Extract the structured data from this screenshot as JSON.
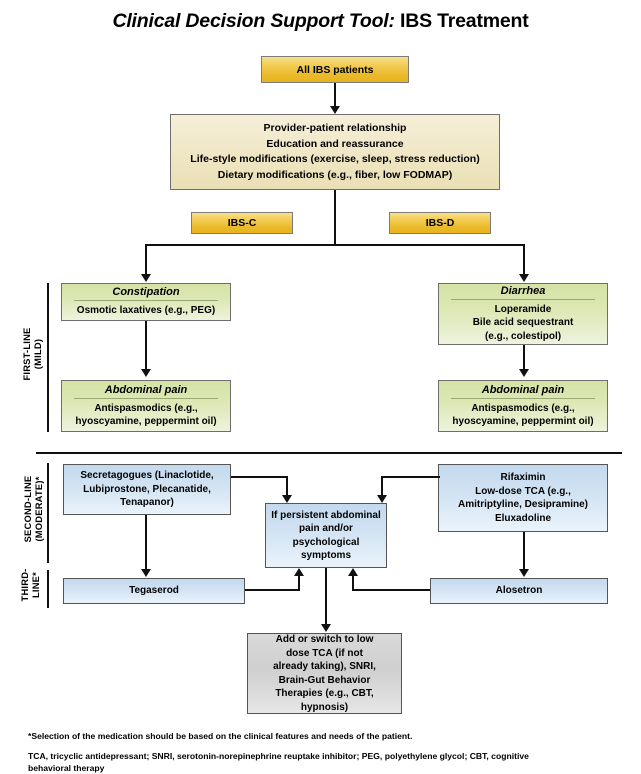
{
  "title": {
    "emphasis": "Clinical Decision Support Tool:",
    "rest": " IBS Treatment"
  },
  "nodes": {
    "all_patients": "All IBS patients",
    "general": {
      "line1": "Provider-patient relationship",
      "line2": "Education and reassurance",
      "line3": "Life-style modifications (exercise, sleep, stress reduction)",
      "line4": "Dietary modifications (e.g., fiber, low FODMAP)"
    },
    "ibs_c": "IBS-C",
    "ibs_d": "IBS-D",
    "constipation": {
      "header": "Constipation",
      "body1": "Osmotic laxatives (e.g., PEG)"
    },
    "diarrhea": {
      "header": "Diarrhea",
      "body1": "Loperamide",
      "body2": "Bile acid sequestrant",
      "body3": "(e.g., colestipol)"
    },
    "abdominal_pain_left": {
      "header": "Abdominal pain",
      "body1": "Antispasmodics (e.g.,",
      "body2": "hyoscyamine, peppermint oil)"
    },
    "abdominal_pain_right": {
      "header": "Abdominal pain",
      "body1": "Antispasmodics (e.g.,",
      "body2": "hyoscyamine, peppermint oil)"
    },
    "secretagogues": {
      "line1": "Secretagogues (Linaclotide,",
      "line2": "Lubiprostone, Plecanatide,",
      "line3": "Tenapanor)"
    },
    "rifaximin": {
      "line1": "Rifaximin",
      "line2": "Low-dose TCA (e.g.,",
      "line3": "Amitriptyline, Desipramine)",
      "line4": "Eluxadoline"
    },
    "persistent": {
      "line1": "If persistent abdominal",
      "line2": "pain and/or",
      "line3": "psychological",
      "line4": "symptoms"
    },
    "tegaserod": "Tegaserod",
    "alosetron": "Alosetron",
    "escalation": {
      "line1": "Add or switch to low",
      "line2": "dose TCA (if not",
      "line3": "already taking), SNRI,",
      "line4": "Brain-Gut Behavior",
      "line5": "Therapies (e.g., CBT,",
      "line6": "hypnosis)"
    }
  },
  "side_labels": {
    "first_line_1": "FIRST-LINE",
    "first_line_2": "(MILD)",
    "second_line_1": "SECOND-LINE",
    "second_line_2": "(MODERATE)*",
    "third_line_1": "THIRD-",
    "third_line_2": "LINE*"
  },
  "footnotes": {
    "note1": "*Selection of the medication should be based on the clinical features and needs of the patient.",
    "note2": "TCA, tricyclic antidepressant; SNRI, serotonin-norepinephrine reuptake inhibitor; PEG, polyethylene glycol; CBT, cognitive",
    "note3": "behavioral therapy"
  },
  "colors": {
    "gold": "#eab92a",
    "cream": "#efe6c4",
    "green": "#dde8b5",
    "blue": "#d2e3f3",
    "grey": "#cfcfcf",
    "line": "#111111"
  }
}
